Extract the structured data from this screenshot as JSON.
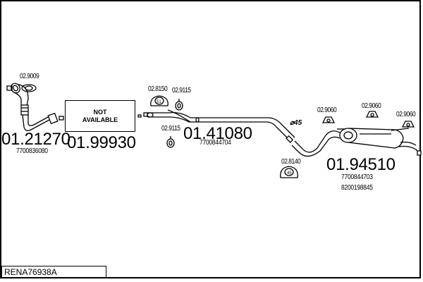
{
  "diagram": {
    "reference_code": "RENA76938A",
    "not_available": [
      "NOT",
      "AVAILABLE"
    ],
    "diameter_label": "⌀45",
    "parts": [
      {
        "id": "front-pipe",
        "number": "01.21270",
        "oem": [
          "7700836080"
        ]
      },
      {
        "id": "catalyst",
        "number": "01.99930",
        "oem": []
      },
      {
        "id": "middle-pipe",
        "number": "01.41080",
        "oem": [
          "7700844704"
        ]
      },
      {
        "id": "rear-silencer",
        "number": "01.94510",
        "oem": [
          "7700844703",
          "8200198845"
        ]
      }
    ],
    "accessories": [
      {
        "id": "gasket-front",
        "number": "02.9009"
      },
      {
        "id": "clamp-51",
        "number": "02.8150",
        "badge": "51"
      },
      {
        "id": "rubber-mount-1",
        "number": "02.9115"
      },
      {
        "id": "rubber-mount-2",
        "number": "02.9115"
      },
      {
        "id": "clamp-45",
        "number": "02.8140",
        "badge": "45"
      },
      {
        "id": "hanger-1",
        "number": "02.9060"
      },
      {
        "id": "hanger-2",
        "number": "02.9060"
      },
      {
        "id": "hanger-3",
        "number": "02.9060"
      }
    ]
  }
}
